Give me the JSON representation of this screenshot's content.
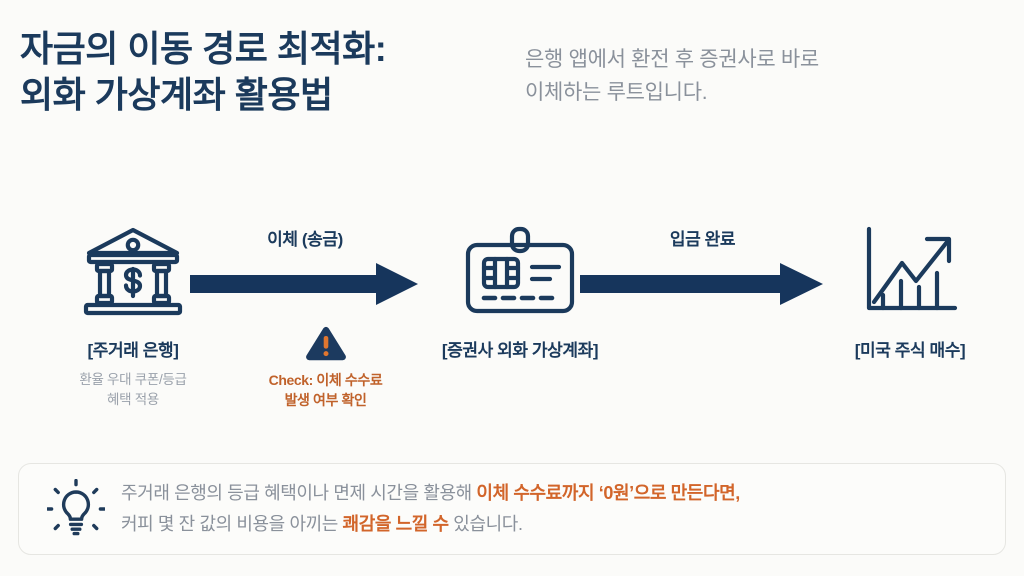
{
  "header": {
    "title": "자금의 이동 경로 최적화:\n외화 가상계좌 활용법",
    "subtitle": "은행 앱에서 환전 후 증권사로 바로\n이체하는 루트입니다."
  },
  "colors": {
    "navy": "#1b3a5c",
    "orange": "#d2652a",
    "warning_text": "#c0622b",
    "gray_text": "#8a919b",
    "background": "#fbfbf9",
    "callout_bg": "#fcfcfa",
    "callout_border": "#e6e6e2"
  },
  "flow": {
    "nodes": [
      {
        "id": "bank",
        "icon": "bank-icon",
        "label": "[주거래 은행]",
        "sub": "환율 우대 쿠폰/등급\n혜택 적용"
      },
      {
        "id": "virtual-account",
        "icon": "id-card-icon",
        "label": "[증권사 외화 가상계좌]",
        "sub": ""
      },
      {
        "id": "stock-purchase",
        "icon": "growth-chart-icon",
        "label": "[미국 주식 매수]",
        "sub": ""
      }
    ],
    "arrows": [
      {
        "id": "arrow-transfer",
        "label": "이체 (송금)"
      },
      {
        "id": "arrow-deposit",
        "label": "입금 완료"
      }
    ],
    "warning": {
      "icon": "warning-triangle-icon",
      "text": "Check: 이체 수수료\n발생 여부 확인"
    }
  },
  "callout": {
    "icon": "lightbulb-icon",
    "line1_plain_a": "주거래 은행의 등급 혜택이나 면제 시간을 활용해 ",
    "line1_highlight": "이체 수수료까지 ‘0원’으로 만든다면,",
    "line2_plain_a": "커피 몇 잔 값의 비용을 아끼는 ",
    "line2_highlight": "쾌감을 느낄 수",
    "line2_plain_b": " 있습니다."
  }
}
